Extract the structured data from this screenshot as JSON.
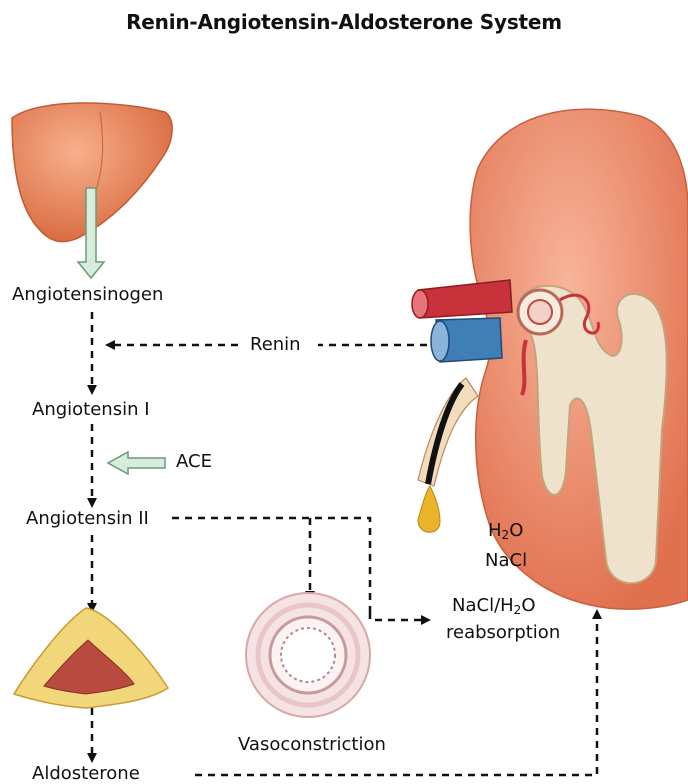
{
  "title": "Renin-Angiotensin-Aldosterone System",
  "labels": {
    "angiotensinogen": "Angiotensinogen",
    "renin": "Renin",
    "angiotensin_i": "Angiotensin I",
    "ace": "ACE",
    "angiotensin_ii": "Angiotensin II",
    "vasoconstriction": "Vasoconstriction",
    "aldosterone": "Aldosterone",
    "h2o_h": "H",
    "h2o_2": "2",
    "h2o_o": "O",
    "nacl": "NaCl",
    "reabs_na": "NaCl/H",
    "reabs_2": "2",
    "reabs_o": "O",
    "reabsorption": "reabsorption"
  },
  "illustrations": [
    "liver",
    "kidney",
    "adrenal-gland",
    "blood-vessel-cross-section"
  ],
  "colors": {
    "liver": "#e8825a",
    "kidney": "#ee8a68",
    "artery": "#c8323a",
    "vein": "#3f7fb5",
    "adrenal": "#f0d070",
    "urine": "#e8b020",
    "ace_arrow": "#d8ecdc"
  }
}
